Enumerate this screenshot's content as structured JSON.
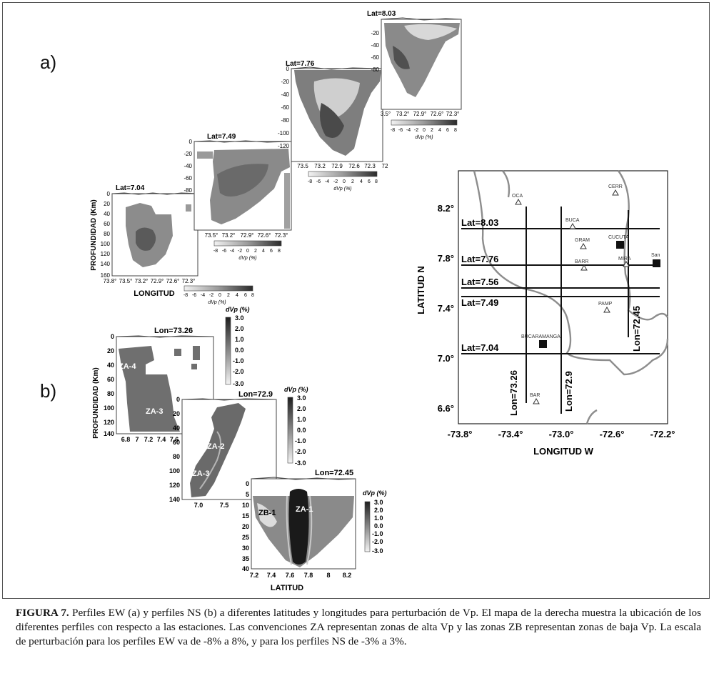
{
  "panel_a_label": "a)",
  "panel_b_label": "b)",
  "ew_profiles": [
    {
      "title": "Lat=7.04",
      "depth_ticks": [
        "0",
        "20",
        "40",
        "60",
        "80",
        "100",
        "120",
        "140",
        "160"
      ],
      "lon_ticks": [
        "73.8°",
        "73.5°",
        "73.2°",
        "72.9°",
        "72.6°",
        "72.3°"
      ],
      "ylabel": "PROFUNDIDAD (Km)",
      "xlabel": "LONGITUD"
    },
    {
      "title": "Lat=7.49",
      "depth_ticks": [
        "0",
        "-20",
        "-40",
        "-60",
        "-80"
      ],
      "lon_ticks": [
        "73.5°",
        "73.2°",
        "72.9°",
        "72.6°",
        "72.3°"
      ]
    },
    {
      "title": "Lat=7.76",
      "depth_ticks": [
        "0",
        "-20",
        "-40",
        "-60",
        "-80",
        "-100",
        "-120"
      ],
      "lon_ticks": [
        "73.5",
        "73.2",
        "72.9",
        "72.6",
        "72.3",
        "72"
      ]
    },
    {
      "title": "Lat=8.03",
      "depth_ticks": [
        "-20",
        "-40",
        "-60",
        "-80"
      ],
      "lon_ticks": [
        "3.5°",
        "73.2°",
        "72.9°",
        "72.6°",
        "72.3°"
      ]
    }
  ],
  "ew_colorbar": {
    "ticks": [
      "-8",
      "-6",
      "-4",
      "-2",
      "0",
      "2",
      "4",
      "6",
      "8"
    ],
    "label": "dVp (%)"
  },
  "ns_profiles": [
    {
      "title": "Lon=73.26",
      "depth_ticks": [
        "0",
        "20",
        "40",
        "60",
        "80",
        "100",
        "120",
        "140"
      ],
      "lat_ticks": [
        "6.8",
        "7",
        "7.2",
        "7.4",
        "7.6"
      ],
      "zones": [
        "ZA-4",
        "ZA-3"
      ],
      "ylabel": "PROFUNDIDAD (Km)"
    },
    {
      "title": "Lon=72.9",
      "depth_ticks": [
        "0",
        "20",
        "40",
        "60",
        "80",
        "100",
        "120",
        "140"
      ],
      "lat_ticks": [
        "7.0",
        "7.5"
      ],
      "zones": [
        "ZA-2",
        "ZA-3"
      ]
    },
    {
      "title": "Lon=72.45",
      "depth_ticks": [
        "0",
        "5",
        "10",
        "15",
        "20",
        "25",
        "30",
        "35",
        "40"
      ],
      "lat_ticks": [
        "7.2",
        "7.4",
        "7.6",
        "7.8",
        "8",
        "8.2"
      ],
      "zones": [
        "ZB-1",
        "ZA-1"
      ],
      "xlabel": "LATITUD"
    }
  ],
  "ns_colorbar": {
    "ticks": [
      "3.0",
      "2.0",
      "1.0",
      "0.0",
      "-1.0",
      "-2.0",
      "-3.0"
    ],
    "label": "dVp (%)"
  },
  "map": {
    "lat_ticks": [
      "8.2°",
      "7.8°",
      "7.4°",
      "7.0°",
      "6.6°"
    ],
    "lon_ticks": [
      "-73.8°",
      "-73.4°",
      "-73.0°",
      "-72.6°",
      "-72.2°"
    ],
    "ylabel": "LATITUD N",
    "xlabel": "LONGITUD W",
    "lat_lines": [
      "Lat=8.03",
      "Lat=7.76",
      "Lat=7.56",
      "Lat=7.49",
      "Lat=7.04"
    ],
    "lon_lines": [
      "Lon=73.26",
      "Lon=72.9",
      "Lon=72.45"
    ],
    "stations": [
      "OCA",
      "CERR",
      "BUCA",
      "GRAM",
      "BARR",
      "MIRA",
      "PAMP",
      "BAR"
    ],
    "cities": [
      "CUCUTA",
      "San",
      "BUCARAMANGA"
    ]
  },
  "caption": {
    "lead": "FIGURA 7.",
    "text": " Perfiles EW (a) y perfiles NS (b) a diferentes latitudes y longitudes para perturbación de Vp. El mapa de la derecha muestra la ubicación de los diferentes perfiles con respecto a las estaciones. Las convenciones ZA representan zonas de alta Vp y las zonas ZB representan zonas de baja Vp. La escala de perturbación para los perfiles EW va de -8% a 8%, y para los perfiles NS de -3% a 3%."
  }
}
